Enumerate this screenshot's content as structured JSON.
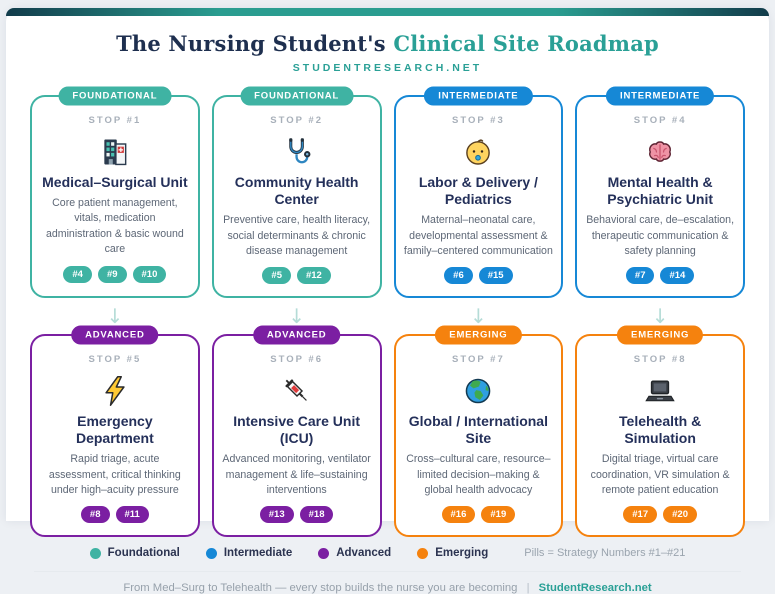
{
  "page": {
    "title_dark": "The Nursing Student's",
    "title_accent": "Clinical Site Roadmap",
    "subtitle": "STUDENTRESEARCH.NET"
  },
  "colors": {
    "foundational": "#3fb3a3",
    "intermediate": "#1688d6",
    "advanced": "#7b1fa2",
    "emerging": "#f5820e",
    "heading_dark": "#1e2f4f",
    "heading_teal": "#2aa096",
    "arrow": "#b5dcd7"
  },
  "arrow_char": "↓",
  "cards": [
    {
      "tier": "foundational",
      "badge": "FOUNDATIONAL",
      "stop": "STOP #1",
      "icon": "hospital-icon",
      "title": "Medical–Surgical Unit",
      "description": "Core patient management, vitals, medication administration & basic wound care",
      "pills": [
        "#4",
        "#9",
        "#10"
      ]
    },
    {
      "tier": "foundational",
      "badge": "FOUNDATIONAL",
      "stop": "STOP #2",
      "icon": "stethoscope-icon",
      "title": "Community Health Center",
      "description": "Preventive care, health literacy, social determinants & chronic disease management",
      "pills": [
        "#5",
        "#12"
      ]
    },
    {
      "tier": "intermediate",
      "badge": "INTERMEDIATE",
      "stop": "STOP #3",
      "icon": "baby-icon",
      "title": "Labor & Delivery / Pediatrics",
      "description": "Maternal–neonatal care, developmental assessment & family–centered communication",
      "pills": [
        "#6",
        "#15"
      ]
    },
    {
      "tier": "intermediate",
      "badge": "INTERMEDIATE",
      "stop": "STOP #4",
      "icon": "brain-icon",
      "title": "Mental Health & Psychiatric Unit",
      "description": "Behavioral care, de–escalation, therapeutic communication & safety planning",
      "pills": [
        "#7",
        "#14"
      ]
    },
    {
      "tier": "advanced",
      "badge": "ADVANCED",
      "stop": "STOP #5",
      "icon": "lightning-icon",
      "title": "Emergency Department",
      "description": "Rapid triage, acute assessment, critical thinking under high–acuity pressure",
      "pills": [
        "#8",
        "#11"
      ]
    },
    {
      "tier": "advanced",
      "badge": "ADVANCED",
      "stop": "STOP #6",
      "icon": "syringe-icon",
      "title": "Intensive Care Unit (ICU)",
      "description": "Advanced monitoring, ventilator management & life–sustaining interventions",
      "pills": [
        "#13",
        "#18"
      ]
    },
    {
      "tier": "emerging",
      "badge": "EMERGING",
      "stop": "STOP #7",
      "icon": "globe-icon",
      "title": "Global / International Site",
      "description": "Cross–cultural care, resource–limited decision–making & global health advocacy",
      "pills": [
        "#16",
        "#19"
      ]
    },
    {
      "tier": "emerging",
      "badge": "EMERGING",
      "stop": "STOP #8",
      "icon": "laptop-icon",
      "title": "Telehealth & Simulation",
      "description": "Digital triage, virtual care coordination, VR simulation & remote patient education",
      "pills": [
        "#17",
        "#20"
      ]
    }
  ],
  "legend": {
    "items": [
      {
        "label": "Foundational",
        "tier": "foundational"
      },
      {
        "label": "Intermediate",
        "tier": "intermediate"
      },
      {
        "label": "Advanced",
        "tier": "advanced"
      },
      {
        "label": "Emerging",
        "tier": "emerging"
      }
    ],
    "note": "Pills = Strategy Numbers #1–#21"
  },
  "footer": {
    "text": "From Med–Surg to Telehealth — every stop builds the nurse you are becoming",
    "separator": "|",
    "link": "StudentResearch.net"
  }
}
